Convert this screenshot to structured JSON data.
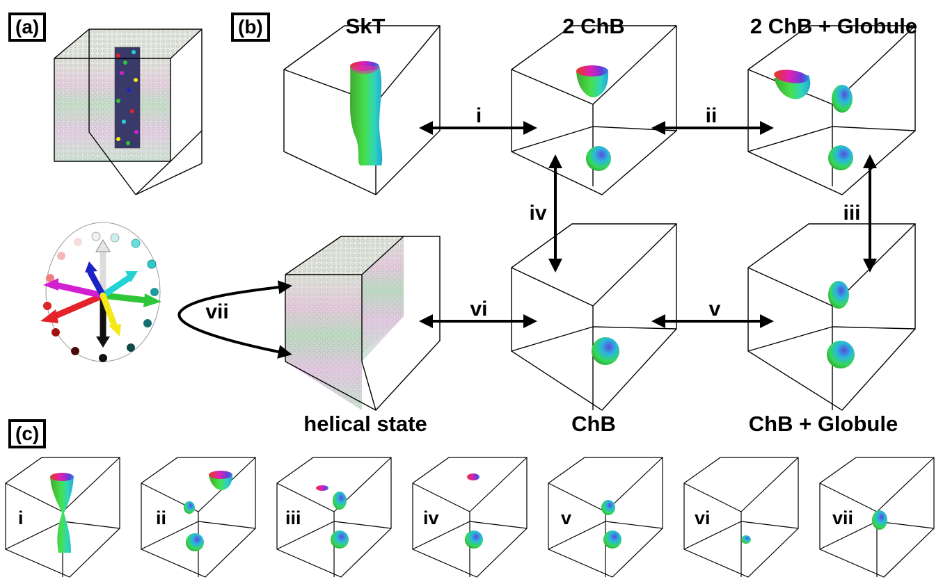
{
  "panels": {
    "a": "(a)",
    "b": "(b)",
    "c": "(c)"
  },
  "states": {
    "skt": "SkT",
    "two_chb": "2 ChB",
    "two_chb_globule": "2 ChB + Globule",
    "helical": "helical state",
    "chb": "ChB",
    "chb_globule": "ChB + Globule"
  },
  "transitions": {
    "i": "i",
    "ii": "ii",
    "iii": "iii",
    "iv": "iv",
    "v": "v",
    "vi": "vi",
    "vii": "vii"
  },
  "strip_labels": [
    "i",
    "ii",
    "iii",
    "iv",
    "v",
    "vi",
    "vii"
  ],
  "colors": {
    "frame": "#000000",
    "arrow": "#000000",
    "accent_red": "#e4222a",
    "accent_green": "#2fc63a",
    "accent_cyan": "#25d3d6",
    "accent_magenta": "#d21fcf",
    "accent_blue": "#1c22c4",
    "accent_yellow": "#f3e91b"
  }
}
